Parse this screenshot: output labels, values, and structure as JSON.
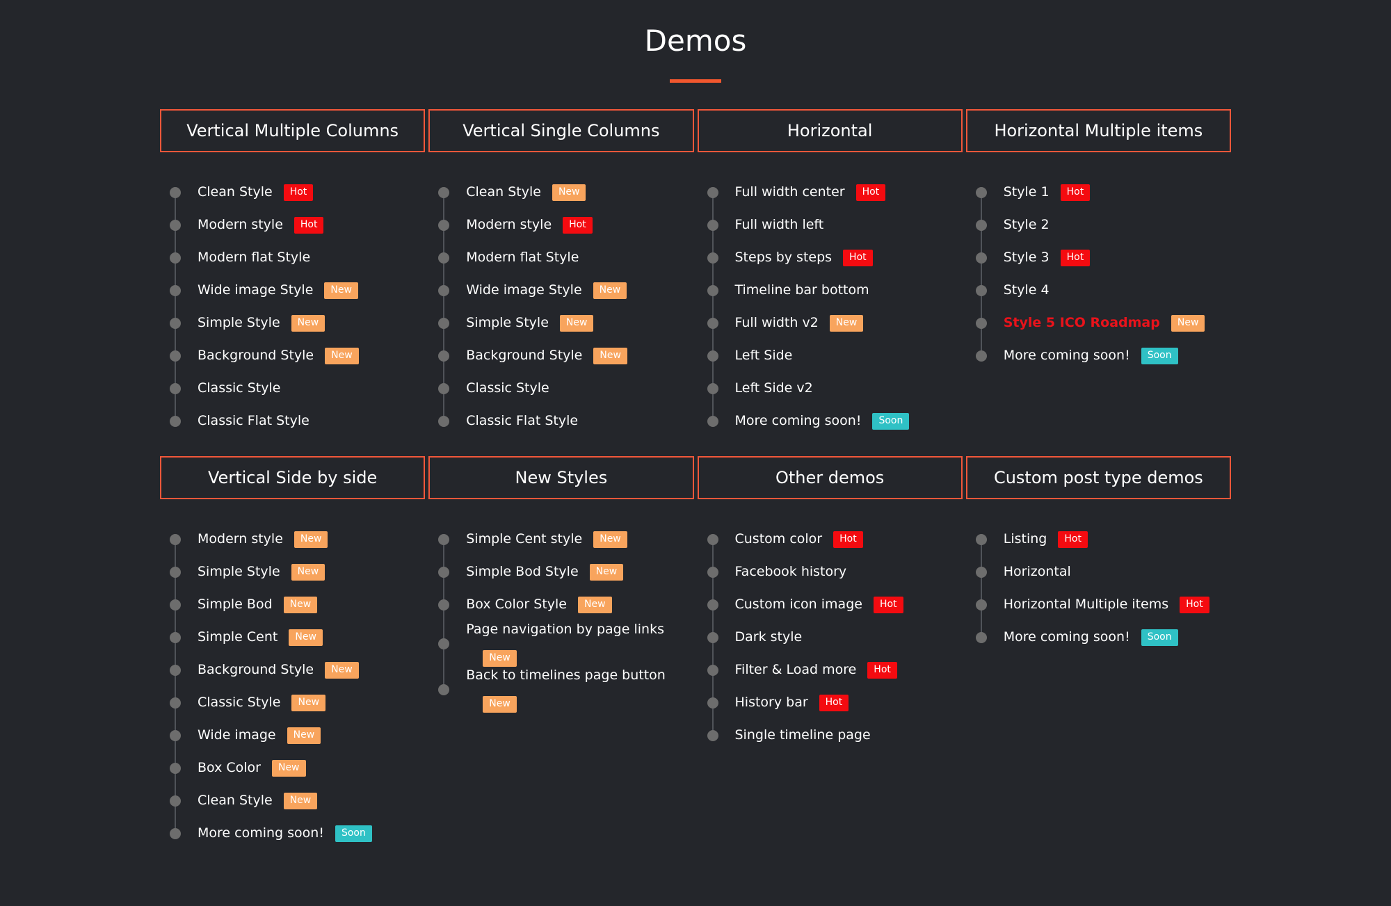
{
  "page": {
    "title": "Demos",
    "background": "#24262b",
    "accent": "#f2573a",
    "underline_color": "#f2572e",
    "dot_color": "#6d6d6d",
    "line_color": "#505359",
    "highlight_color": "#e9131b"
  },
  "badges": {
    "hot": {
      "label": "Hot",
      "color": "#f40b10"
    },
    "new": {
      "label": "New",
      "color": "#f8a45d"
    },
    "soon": {
      "label": "Soon",
      "color": "#2fc1c5"
    }
  },
  "sections": [
    {
      "title": "Vertical Multiple Columns",
      "items": [
        {
          "label": "Clean Style",
          "badge": "hot"
        },
        {
          "label": "Modern style",
          "badge": "hot"
        },
        {
          "label": "Modern flat Style",
          "badge": null
        },
        {
          "label": "Wide image Style",
          "badge": "new"
        },
        {
          "label": "Simple Style",
          "badge": "new"
        },
        {
          "label": "Background Style",
          "badge": "new"
        },
        {
          "label": "Classic Style",
          "badge": null
        },
        {
          "label": "Classic Flat Style",
          "badge": null
        }
      ]
    },
    {
      "title": "Vertical Single Columns",
      "items": [
        {
          "label": "Clean Style",
          "badge": "new"
        },
        {
          "label": "Modern style",
          "badge": "hot"
        },
        {
          "label": "Modern flat Style",
          "badge": null
        },
        {
          "label": "Wide image Style",
          "badge": "new"
        },
        {
          "label": "Simple Style",
          "badge": "new"
        },
        {
          "label": "Background Style",
          "badge": "new"
        },
        {
          "label": "Classic Style",
          "badge": null
        },
        {
          "label": "Classic Flat Style",
          "badge": null
        }
      ]
    },
    {
      "title": "Horizontal",
      "items": [
        {
          "label": "Full width center",
          "badge": "hot"
        },
        {
          "label": "Full width left",
          "badge": null
        },
        {
          "label": "Steps by steps",
          "badge": "hot"
        },
        {
          "label": "Timeline bar bottom",
          "badge": null
        },
        {
          "label": "Full width v2",
          "badge": "new"
        },
        {
          "label": "Left Side",
          "badge": null
        },
        {
          "label": "Left Side v2",
          "badge": null
        },
        {
          "label": "More coming soon!",
          "badge": "soon"
        }
      ]
    },
    {
      "title": "Horizontal Multiple items",
      "items": [
        {
          "label": "Style 1",
          "badge": "hot"
        },
        {
          "label": "Style 2",
          "badge": null
        },
        {
          "label": "Style 3",
          "badge": "hot"
        },
        {
          "label": "Style 4",
          "badge": null
        },
        {
          "label": "Style 5 ICO Roadmap",
          "badge": "new",
          "highlight": true
        },
        {
          "label": "More coming soon!",
          "badge": "soon"
        }
      ]
    },
    {
      "title": "Vertical Side by side",
      "items": [
        {
          "label": "Modern style",
          "badge": "new"
        },
        {
          "label": "Simple Style",
          "badge": "new"
        },
        {
          "label": "Simple Bod",
          "badge": "new"
        },
        {
          "label": "Simple Cent",
          "badge": "new"
        },
        {
          "label": "Background Style",
          "badge": "new"
        },
        {
          "label": "Classic Style",
          "badge": "new"
        },
        {
          "label": "Wide image",
          "badge": "new"
        },
        {
          "label": "Box Color",
          "badge": "new"
        },
        {
          "label": "Clean Style",
          "badge": "new"
        },
        {
          "label": "More coming soon!",
          "badge": "soon"
        }
      ]
    },
    {
      "title": "New Styles",
      "items": [
        {
          "label": "Simple Cent style",
          "badge": "new"
        },
        {
          "label": "Simple Bod Style",
          "badge": "new"
        },
        {
          "label": "Box Color Style",
          "badge": "new"
        },
        {
          "label": "Page navigation by page links",
          "badge": "new",
          "wrap": true
        },
        {
          "label": "Back to timelines page button",
          "badge": "new",
          "wrap": true
        }
      ]
    },
    {
      "title": "Other demos",
      "items": [
        {
          "label": "Custom color",
          "badge": "hot"
        },
        {
          "label": "Facebook history",
          "badge": null
        },
        {
          "label": "Custom icon image",
          "badge": "hot"
        },
        {
          "label": "Dark style",
          "badge": null
        },
        {
          "label": "Filter & Load more",
          "badge": "hot"
        },
        {
          "label": "History bar",
          "badge": "hot"
        },
        {
          "label": "Single timeline page",
          "badge": null
        }
      ]
    },
    {
      "title": "Custom post type demos",
      "items": [
        {
          "label": "Listing",
          "badge": "hot"
        },
        {
          "label": "Horizontal",
          "badge": null
        },
        {
          "label": "Horizontal Multiple items",
          "badge": "hot"
        },
        {
          "label": "More coming soon!",
          "badge": "soon"
        }
      ]
    }
  ]
}
